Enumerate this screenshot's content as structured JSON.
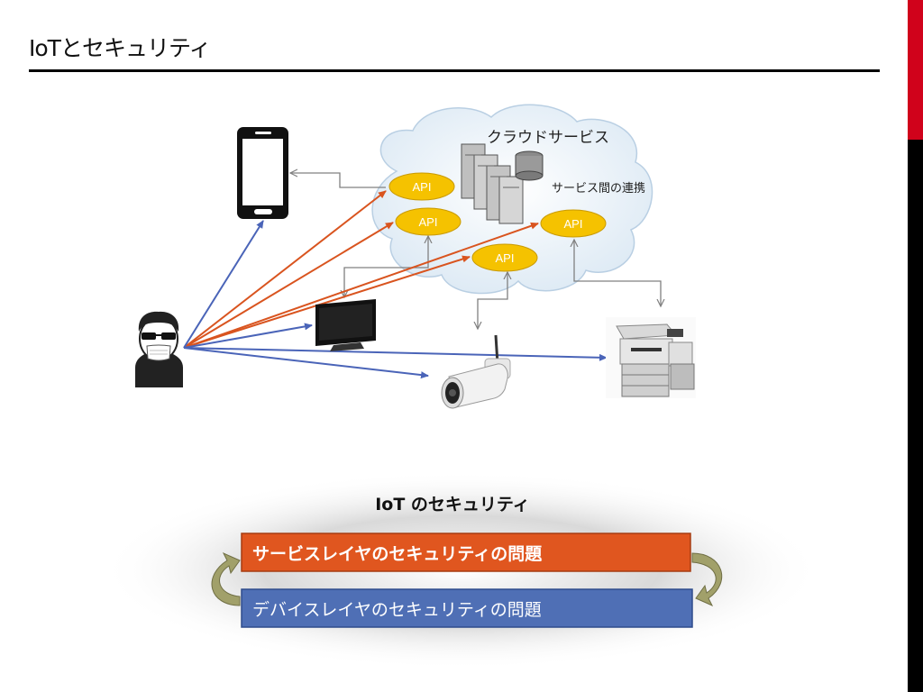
{
  "slide": {
    "title": "IoTとセキュリティ"
  },
  "diagram": {
    "cloud_label": "クラウドサービス",
    "cloud_note": "サービス間の連携",
    "api_labels": [
      "API",
      "API",
      "API",
      "API"
    ]
  },
  "layers": {
    "heading": "IoT のセキュリティ",
    "service_layer": "サービスレイヤのセキュリティの問題",
    "device_layer": "デバイスレイヤのセキュリティの問題"
  },
  "colors": {
    "attack_orange": "#d9541f",
    "attack_blue": "#4a64b8",
    "api_fill": "#f5c200",
    "service_bar": "#e0561f",
    "device_bar": "#4f6fb5",
    "accent_red": "#d0021b"
  }
}
